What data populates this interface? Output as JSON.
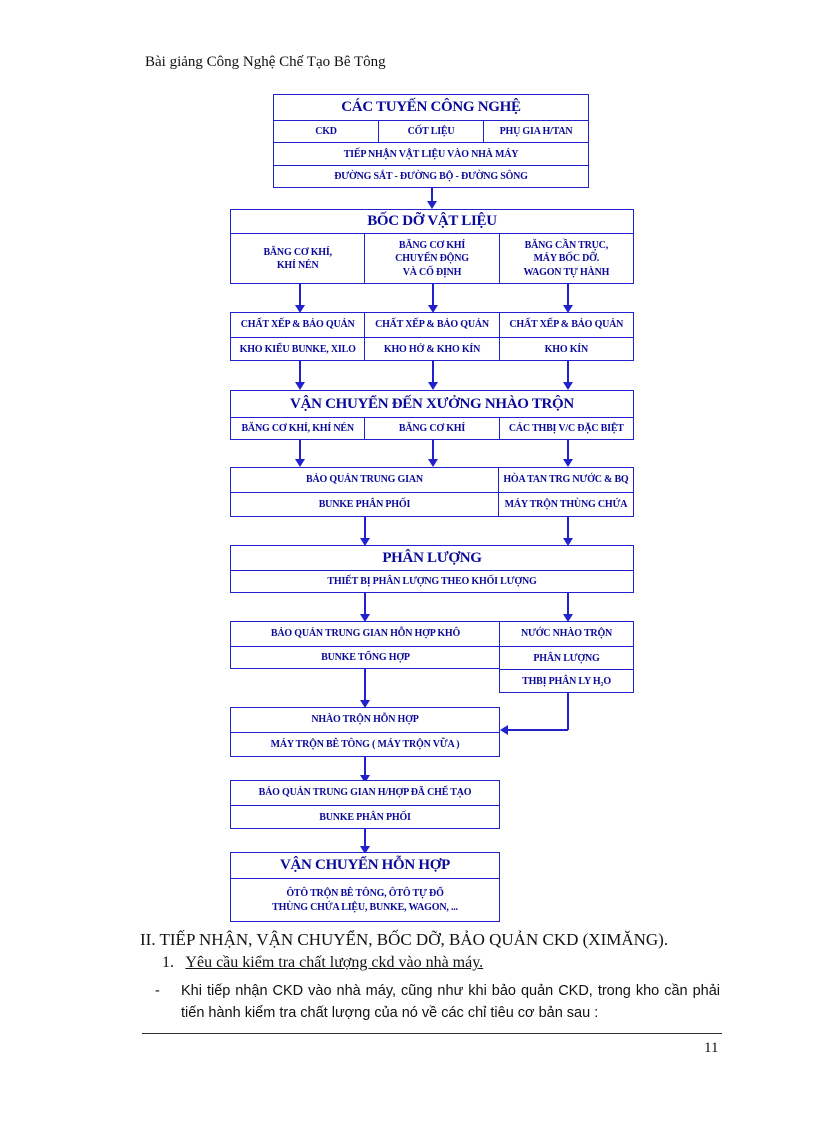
{
  "header": {
    "title": "Bài giảng Công Nghệ Chế Tạo Bê Tông"
  },
  "flowchart": {
    "b1": {
      "title": "CÁC TUYẾN CÔNG NGHỆ",
      "cols": [
        "CKD",
        "CỐT LIỆU",
        "PHỤ GIA H/TAN"
      ],
      "row3": "TIẾP NHẬN VẬT LIỆU VÀO NHÀ MÁY",
      "row4": "ĐƯỜNG SẮT - ĐƯỜNG BỘ - ĐƯỜNG SÔNG"
    },
    "b2": {
      "title": "BỐC DỠ VẬT LIỆU",
      "cols": [
        "BĂNG CƠ KHÍ,\nKHÍ NÉN",
        "BĂNG CƠ KHÍ\nCHUYỂN ĐỘNG\nVÀ CỐ ĐỊNH",
        "BĂNG CẦN TRỤC,\nMÁY BỐC DỠ.\nWAGON TỰ HÀNH"
      ]
    },
    "b3": {
      "row1": [
        "CHẤT XẾP & BẢO QUẢN",
        "CHẤT XẾP & BẢO QUẢN",
        "CHẤT XẾP & BẢO QUẢN"
      ],
      "row2": [
        "KHO KIỂU BUNKE, XILO",
        "KHO HỞ & KHO KÍN",
        "KHO KÍN"
      ]
    },
    "b4": {
      "title": "VẬN CHUYỂN ĐẾN XƯỞNG NHÀO TRỘN",
      "cols": [
        "BĂNG CƠ KHÍ, KHÍ NÉN",
        "BĂNG CƠ KHÍ",
        "CÁC THBỊ V/C ĐẶC BIỆT"
      ]
    },
    "b5": {
      "left": [
        "BẢO QUẢN TRUNG GIAN",
        "BUNKE PHÂN PHỐI"
      ],
      "right": [
        "HÒA TAN TRG NƯỚC & BQ",
        "MÁY TRỘN THÙNG CHỨA"
      ]
    },
    "b6": {
      "title": "PHÂN LƯỢNG",
      "row2": "THIẾT BỊ PHÂN LƯỢNG THEO KHỐI LƯỢNG"
    },
    "b7": {
      "left": [
        "BẢO QUẢN TRUNG GIAN HỖN HỢP KHÔ",
        "BUNKE TỔNG HỢP"
      ],
      "right": [
        "NƯỚC NHÀO TRỘN",
        "PHÂN LƯỢNG",
        "THBỊ PHÂN LY H₂O"
      ]
    },
    "b8": {
      "row1": "NHÀO TRỘN HỖN HỢP",
      "row2": "MÁY TRỘN BÊ TÔNG ( MÁY TRỘN VỮA )"
    },
    "b9": {
      "row1": "BẢO QUẢN TRUNG GIAN H/HỢP ĐÃ CHẾ TẠO",
      "row2": "BUNKE PHÂN PHỐI"
    },
    "b10": {
      "title": "VẬN CHUYỂN HỖN HỢP",
      "row2": "ÔTÔ TRỘN BÊ TÔNG, ÔTÔ TỰ ĐỔ\nTHÙNG CHỨA LIỆU, BUNKE, WAGON, ..."
    }
  },
  "body": {
    "section_heading": "II.  TIẾP NHẬN, VẬN CHUYỂN, BỐC DỠ, BẢO QUẢN  CKD (XIMĂNG).",
    "subsection_number": "1.",
    "subsection_title": "Yêu cầu kiểm tra chất lượng ckd vào nhà máy.",
    "bullet": "-",
    "paragraph": "Khi tiếp nhận CKD vào nhà máy, cũng như khi bảo quản CKD, trong kho cần phải tiến hành kiểm tra chất lượng của nó về các chỉ tiêu cơ bản sau :"
  },
  "footer": {
    "page_number": "11"
  }
}
